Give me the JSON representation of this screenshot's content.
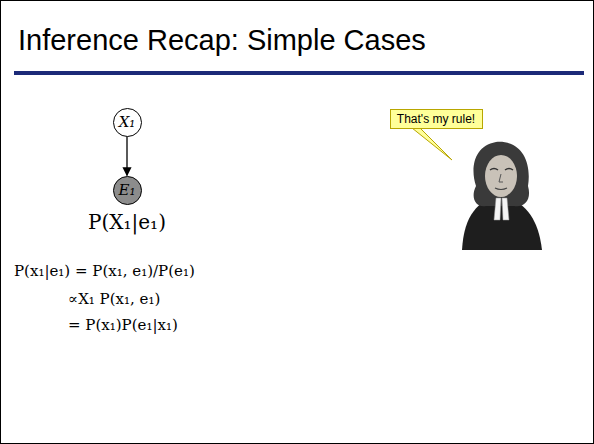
{
  "diagram": {
    "title": "Inference Recap: Simple Cases",
    "nodes": [
      {
        "text": [
          "X₁"
        ]
      },
      {
        "text": [
          "E₁"
        ]
      },
      {
        "text": [
          "That's my rule!"
        ]
      }
    ],
    "edges": [
      {
        "from": 0,
        "to": 1,
        "arrow": "to"
      }
    ],
    "labels": [
      "P(X₁|e₁)",
      "P(x₁|e₁) = P(x₁, e₁)/P(e₁)",
      "∝X₁ P(x₁, e₁)",
      "= P(x₁)P(e₁|x₁)"
    ]
  }
}
